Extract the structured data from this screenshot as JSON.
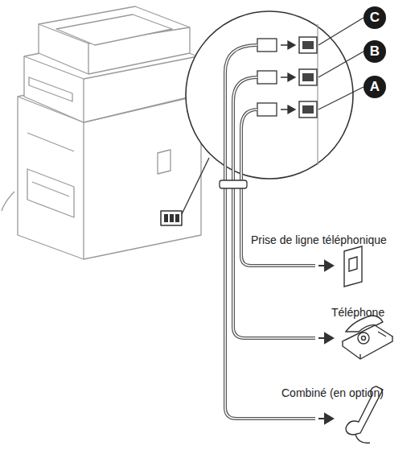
{
  "diagram": {
    "labels": [
      "C",
      "B",
      "A",
      "Prise de ligne téléphonique",
      "Téléphone",
      "Combiné (en option)"
    ]
  }
}
